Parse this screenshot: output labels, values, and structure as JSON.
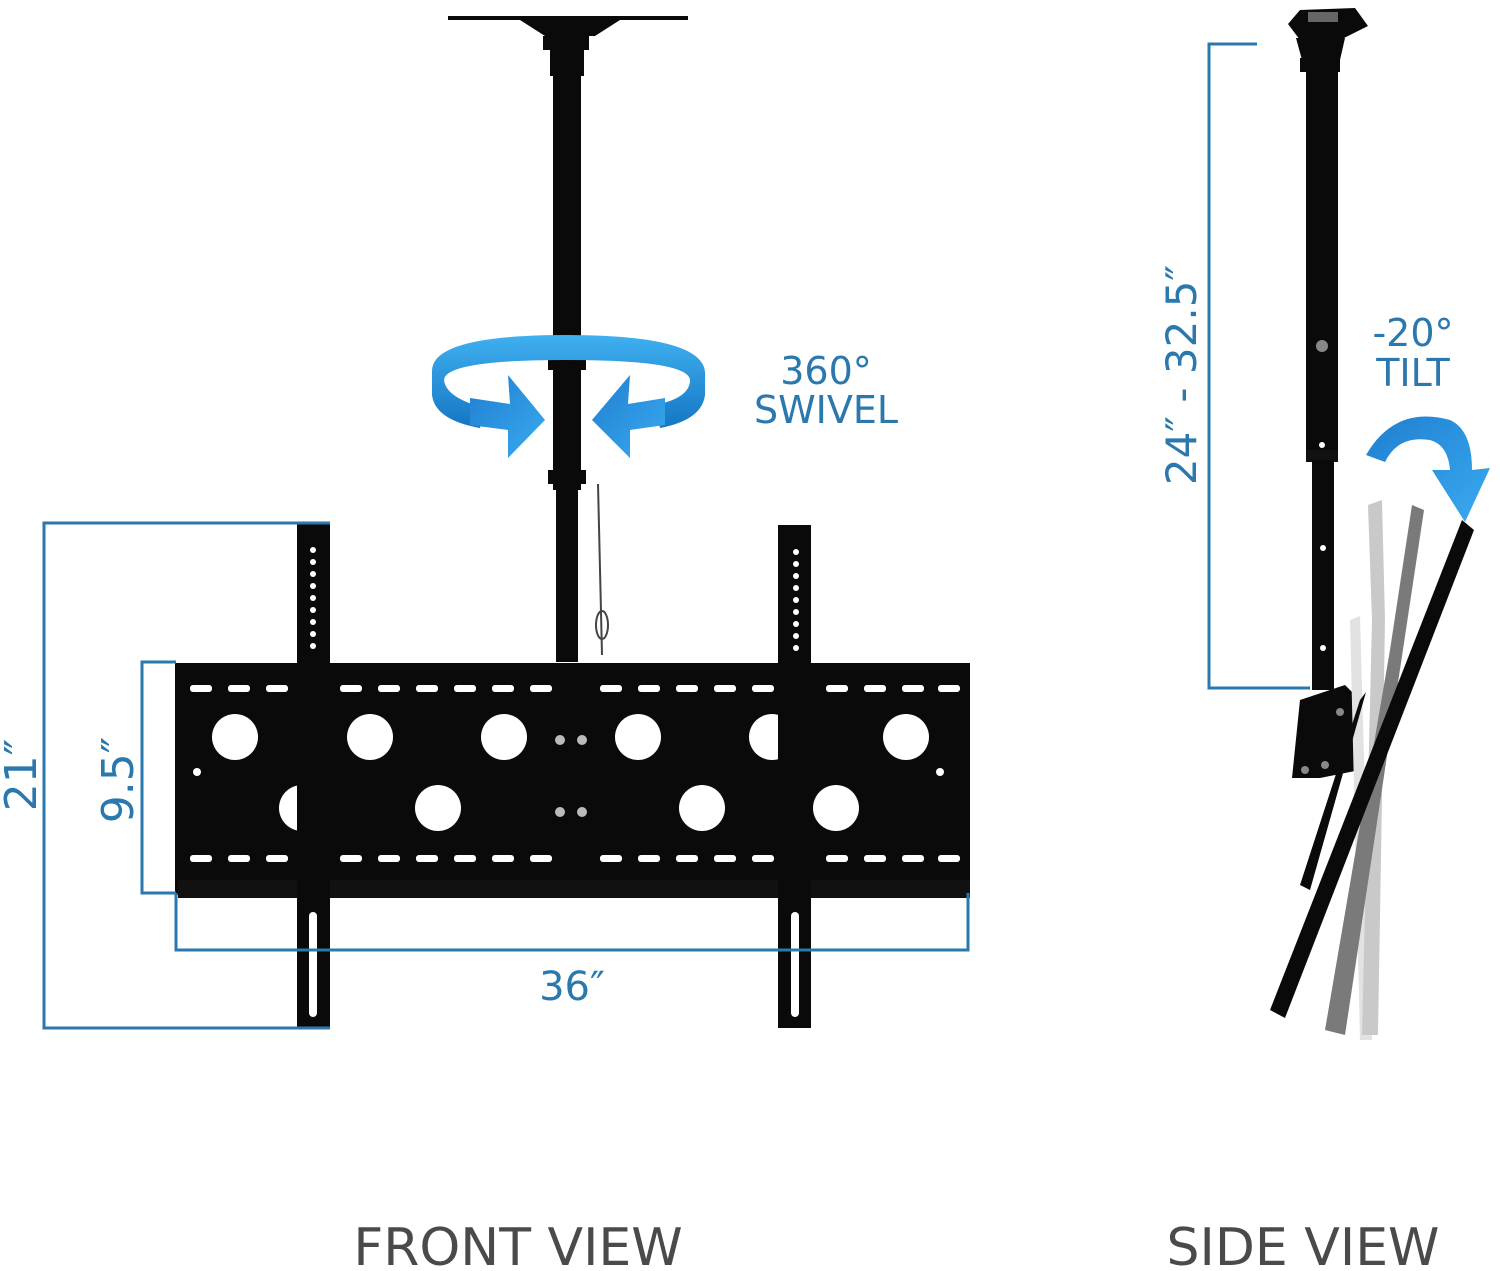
{
  "colors": {
    "dimension": "#2a78ad",
    "arrow": "#1f8fd9",
    "mount": "#0a0a0a",
    "label": "#4a4a4a"
  },
  "front_view": {
    "label": "FRONT VIEW",
    "swivel_line1": "360°",
    "swivel_line2": "SWIVEL",
    "dim_width": "36″",
    "dim_height_total": "21″",
    "dim_height_plate": "9.5″"
  },
  "side_view": {
    "label": "SIDE VIEW",
    "dim_pole": "24″ - 32.5″",
    "tilt_line1": "-20°",
    "tilt_line2": "TILT"
  },
  "icons": [
    "swivel-arrow-icon",
    "tilt-arrow-icon"
  ]
}
